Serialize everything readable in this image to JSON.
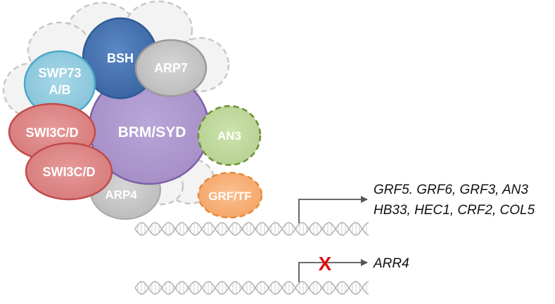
{
  "complex": {
    "core": "BRM/SYD",
    "bsh": "BSH",
    "arp7": "ARP7",
    "swp73_line1": "SWP73",
    "swp73_line2": "A/B",
    "swi3c_upper": "SWI3C/D",
    "swi3c_lower": "SWI3C/D",
    "arp4": "ARP4"
  },
  "factors": {
    "an3": "AN3",
    "grf_tf": "GRF/TF"
  },
  "activated_genes": {
    "line1": "GRF5. GRF6, GRF3, AN3",
    "line2": "HB33, HEC1, CRF2, COL5"
  },
  "repressed_gene": {
    "label": "ARR4",
    "block_mark": "X"
  },
  "colors": {
    "brm": "#b09bd0",
    "bsh": "#4a78b5",
    "swp73": "#92cde0",
    "swi3c": "#de8a8a",
    "grey_subunit": "#c8c8c8",
    "an3": "#c2d9a0",
    "grf_tf": "#f8b27c",
    "block": "#e01010"
  }
}
